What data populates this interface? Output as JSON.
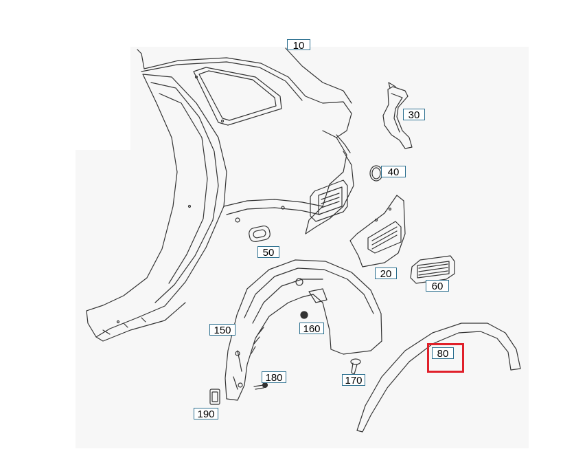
{
  "diagram": {
    "callouts": {
      "c10": "10",
      "c20": "20",
      "c30": "30",
      "c40": "40",
      "c50": "50",
      "c60": "60",
      "c80": "80",
      "c150": "150",
      "c160": "160",
      "c170": "170",
      "c180": "180",
      "c190": "190"
    },
    "colors": {
      "callout_border": "#2b6f8f",
      "highlight": "#e0202a",
      "line": "#333333",
      "background_panel": "#f7f7f7"
    }
  }
}
